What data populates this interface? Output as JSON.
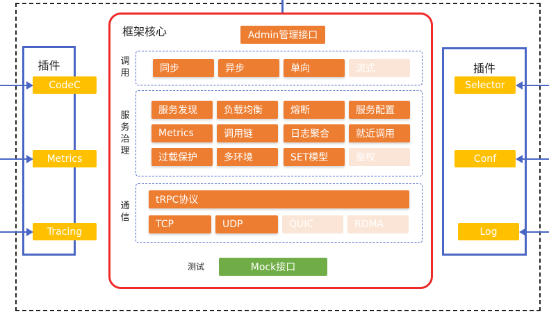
{
  "core": {
    "title": "框架核心",
    "admin": "Admin管理接口",
    "call": {
      "label": [
        "调",
        "用"
      ],
      "items": [
        {
          "label": "同步",
          "style": "dark"
        },
        {
          "label": "异步",
          "style": "dark"
        },
        {
          "label": "单向",
          "style": "dark"
        },
        {
          "label": "流式",
          "style": "light"
        }
      ]
    },
    "governance": {
      "label": [
        "服",
        "务",
        "治",
        "理"
      ],
      "rows": [
        [
          {
            "label": "服务发现",
            "style": "dark"
          },
          {
            "label": "负载均衡",
            "style": "dark"
          },
          {
            "label": "熔断",
            "style": "dark"
          },
          {
            "label": "服务配置",
            "style": "dark"
          }
        ],
        [
          {
            "label": "Metrics",
            "style": "dark"
          },
          {
            "label": "调用链",
            "style": "dark"
          },
          {
            "label": "日志聚合",
            "style": "dark"
          },
          {
            "label": "就近调用",
            "style": "dark"
          }
        ],
        [
          {
            "label": "过载保护",
            "style": "dark"
          },
          {
            "label": "多环境",
            "style": "dark"
          },
          {
            "label": "SET模型",
            "style": "dark"
          },
          {
            "label": "鉴权",
            "style": "light"
          }
        ]
      ]
    },
    "comm": {
      "label": [
        "通",
        "信"
      ],
      "protocol": "tRPC协议",
      "items": [
        {
          "label": "TCP",
          "style": "dark"
        },
        {
          "label": "UDP",
          "style": "dark"
        },
        {
          "label": "QUIC",
          "style": "light"
        },
        {
          "label": "RDMA",
          "style": "light"
        }
      ]
    },
    "test_label": "测试",
    "mock": "Mock接口"
  },
  "left_plugins": {
    "title": "插件",
    "items": [
      "CodeC",
      "Metrics",
      "Tracing"
    ]
  },
  "right_plugins": {
    "title": "插件",
    "items": [
      "Selector",
      "Conf",
      "Log"
    ]
  },
  "colors": {
    "dark_chip": "#ed7d31",
    "light_chip": "#fbe5d6",
    "plugin_chip": "#ffc000",
    "mock_chip": "#70ad47",
    "core_border": "#ee2a2a",
    "blue": "#4a66c4"
  }
}
